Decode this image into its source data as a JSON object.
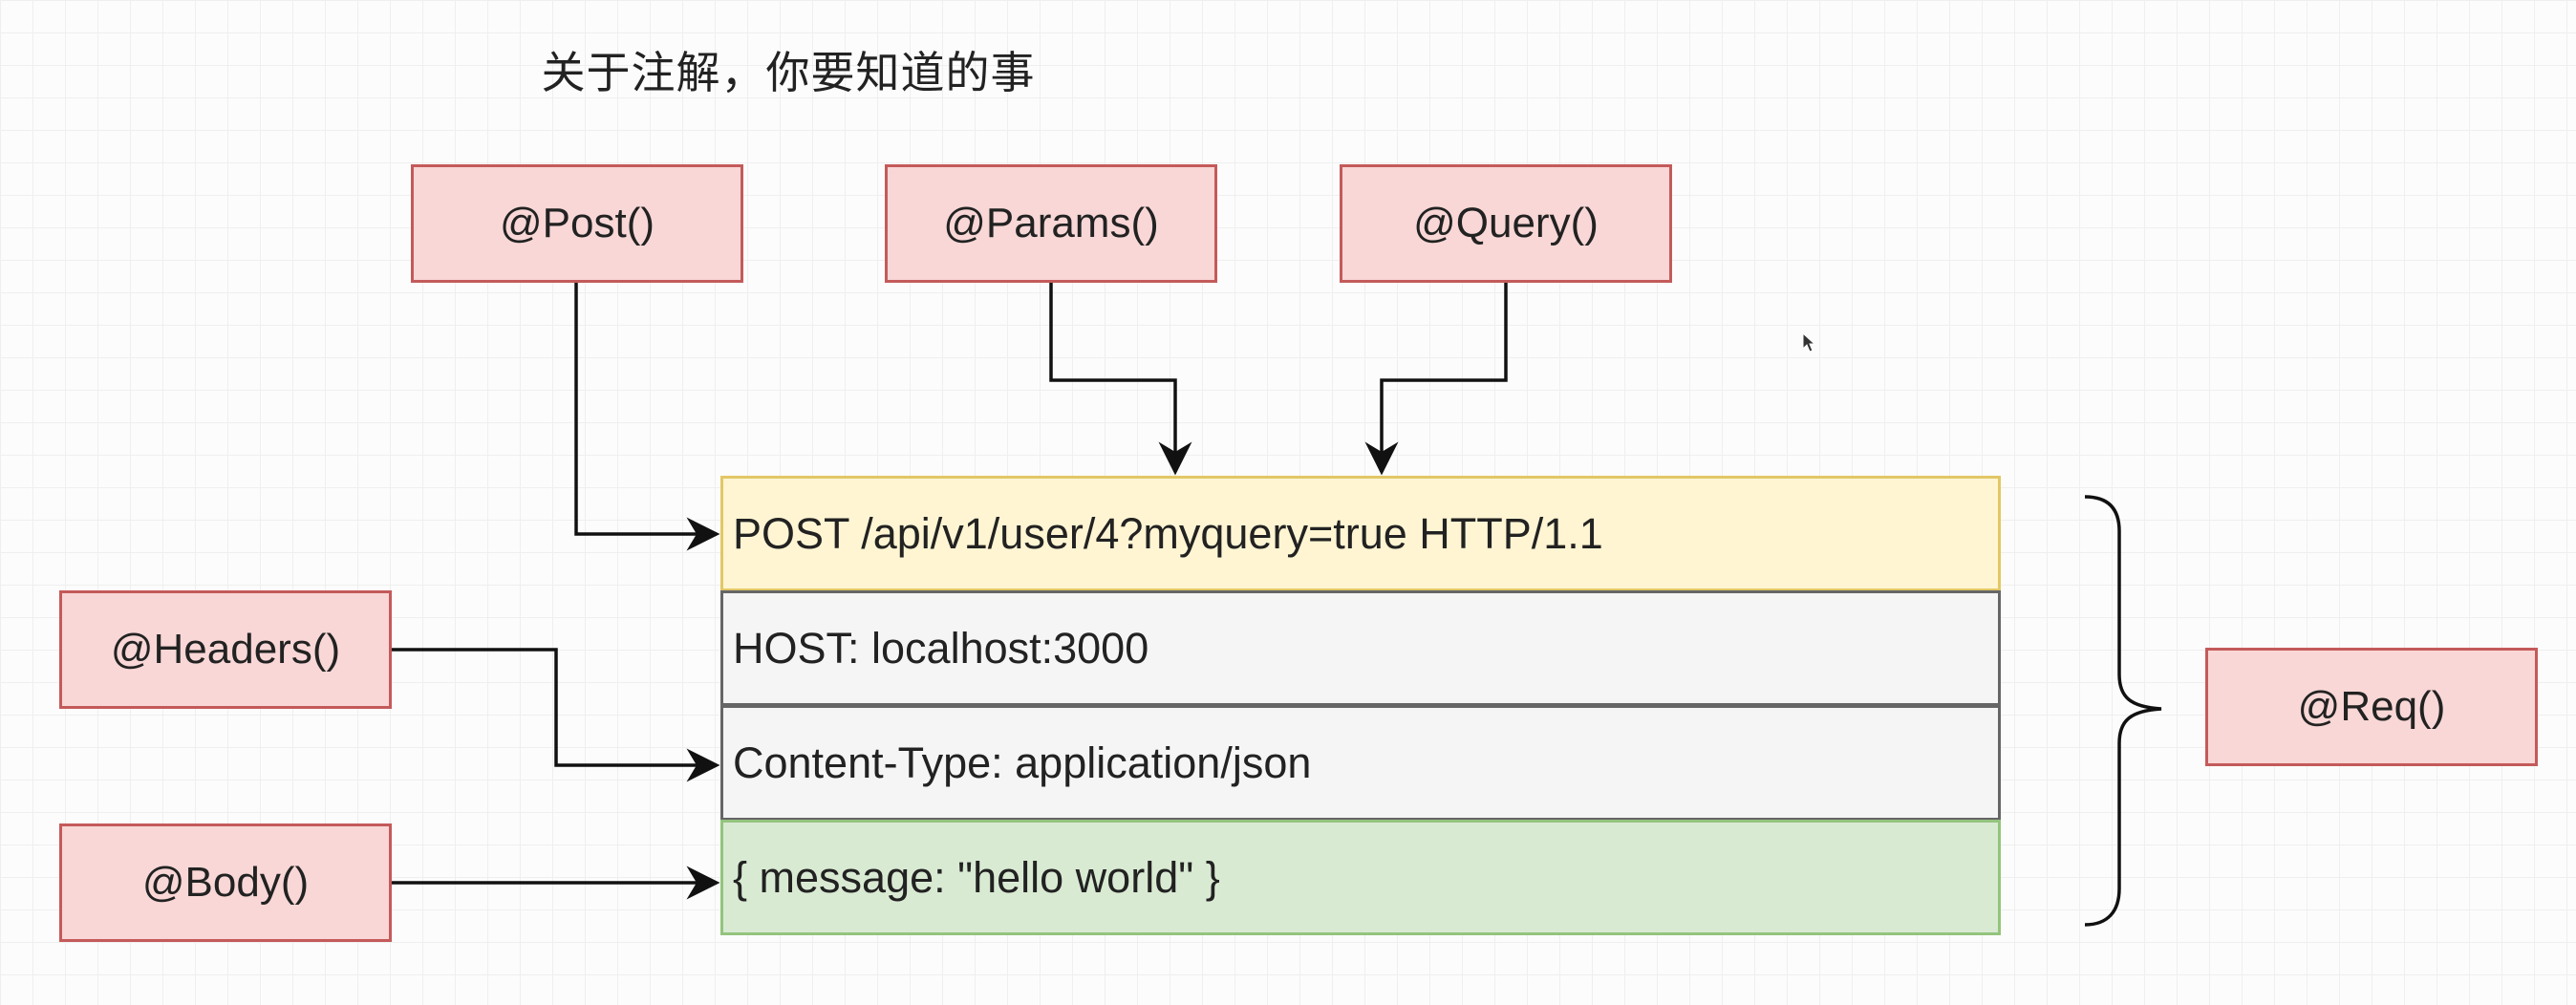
{
  "title": "关于注解，你要知道的事",
  "annotations": {
    "post": "@Post()",
    "params": "@Params()",
    "query": "@Query()",
    "headers": "@Headers()",
    "body": "@Body()",
    "req": "@Req()"
  },
  "request": {
    "request_line": "POST /api/v1/user/4?myquery=true HTTP/1.1",
    "host": "HOST: localhost:3000",
    "content_type": "Content-Type: application/json",
    "body": "{ message: \"hello world\" }"
  },
  "colors": {
    "annotation_fill": "#f8d7d6",
    "annotation_border": "#c45a5a",
    "request_line_fill": "#fff5d3",
    "header_fill": "#f5f5f5",
    "body_fill": "#d9ead3",
    "connector": "#111111"
  }
}
